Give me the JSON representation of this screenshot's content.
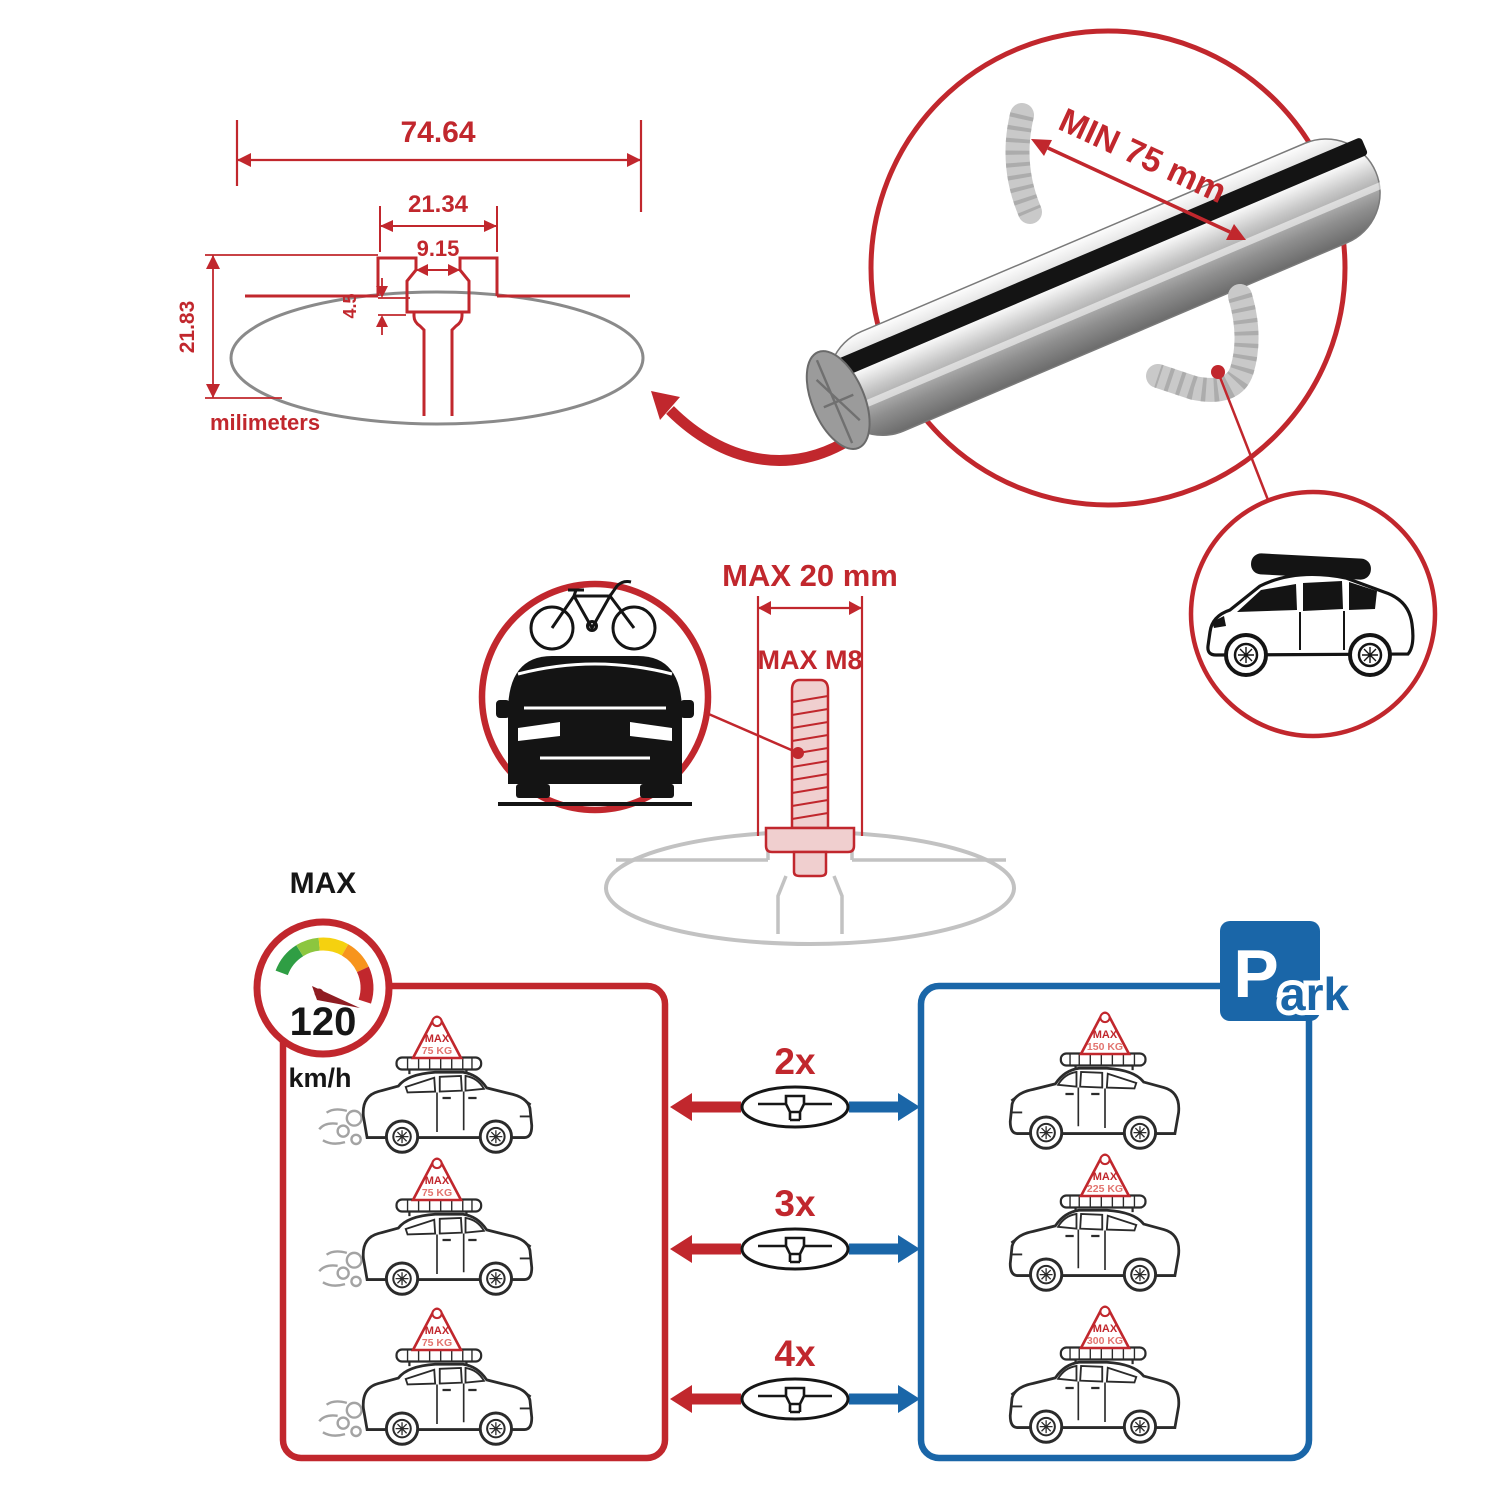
{
  "colors": {
    "accent_red": "#c1272d",
    "accent_blue": "#1a66a8",
    "bar_silver": "#c7c7c7",
    "outline_grey": "#8a8a8a"
  },
  "cross_section_drawing": {
    "total_width_mm": "74.64",
    "channel_width_mm": "21.34",
    "slot_width_mm": "9.15",
    "lip_depth_mm": "4.5",
    "total_height_mm": "21.83",
    "units_label": "milimeters"
  },
  "bar_detail": {
    "min_clamp_span": "MIN 75 mm"
  },
  "mount_bolt": {
    "max_width": "MAX 20 mm",
    "max_thread": "MAX M8"
  },
  "speed_limit": {
    "label": "MAX",
    "value": "120",
    "unit": "km/h"
  },
  "parking_sign": {
    "letter": "P",
    "suffix": "ark"
  },
  "bar_count_options": [
    "2x",
    "3x",
    "4x"
  ],
  "driving_cars": [
    {
      "sign_title": "MAX",
      "sign_load": "75 KG"
    },
    {
      "sign_title": "MAX",
      "sign_load": "75 KG"
    },
    {
      "sign_title": "MAX",
      "sign_load": "75 KG"
    }
  ],
  "parked_cars": [
    {
      "sign_title": "MAX",
      "sign_load": "150 KG"
    },
    {
      "sign_title": "MAX",
      "sign_load": "225 KG"
    },
    {
      "sign_title": "MAX",
      "sign_load": "300 KG"
    }
  ],
  "icons": {
    "speed_gauge": "speedometer-icon",
    "parking": "parking-sign-icon",
    "crossbar_profile": "crossbar-cross-section-icon",
    "car_front_bike": "car-with-bike-icon",
    "suv_roof_box": "suv-with-roofbox-icon",
    "clamp_bar_photo": "crossbar-with-clamp-icon"
  }
}
